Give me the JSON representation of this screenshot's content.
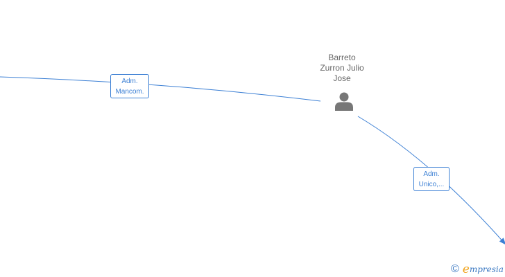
{
  "diagram": {
    "person": {
      "name_lines": [
        "Barreto",
        "Zurron Julio",
        "Jose"
      ]
    },
    "edges": [
      {
        "label_lines": [
          "Adm.",
          "Mancom."
        ]
      },
      {
        "label_lines": [
          "Adm.",
          "Unico,..."
        ]
      }
    ]
  },
  "branding": {
    "copyright_symbol": "©",
    "logo_initial": "e",
    "logo_rest": "mpresia"
  },
  "colors": {
    "edge": "#3b7fd4",
    "node_icon": "#777777",
    "name_text": "#666666",
    "logo_initial": "#f0a31c",
    "logo_text": "#3a78c2"
  }
}
